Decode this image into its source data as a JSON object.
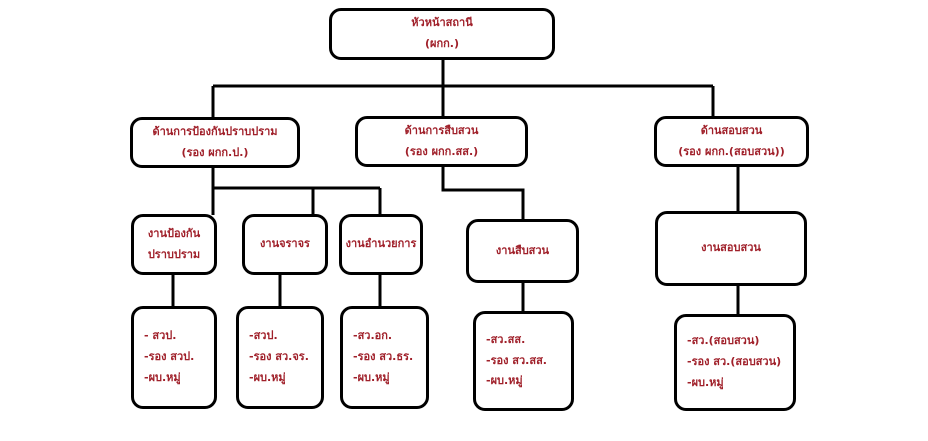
{
  "root": {
    "title": "หัวหน้าสถานี",
    "subtitle": "(ผกก.)"
  },
  "divisions": [
    {
      "title": "ด้านการป้องกันปราบปราม",
      "subtitle": "(รอง ผกก.ป.)"
    },
    {
      "title": "ด้านการสืบสวน",
      "subtitle": "(รอง ผกก.สส.)"
    },
    {
      "title": "ด้านสอบสวน",
      "subtitle": "(รอง ผกก.(สอบสวน))"
    }
  ],
  "units": [
    {
      "lines": [
        "งานป้องกัน",
        "ปราบปราม"
      ]
    },
    {
      "lines": [
        "งานจราจร"
      ]
    },
    {
      "lines": [
        "งานอำนวยการ"
      ]
    },
    {
      "lines": [
        "งานสืบสวน"
      ]
    },
    {
      "lines": [
        "งานสอบสวน"
      ]
    }
  ],
  "staff": [
    {
      "lines": [
        "- สวป.",
        "-รอง สวป.",
        "-ผบ.หมู่"
      ]
    },
    {
      "lines": [
        "-สวป.",
        "-รอง สว.จร.",
        "-ผบ.หมู่"
      ]
    },
    {
      "lines": [
        "-สว.อก.",
        "-รอง สว.ธร.",
        "-ผบ.หมู่"
      ]
    },
    {
      "lines": [
        "-สว.สส.",
        "-รอง สว.สส.",
        "-ผบ.หมู่"
      ]
    },
    {
      "lines": [
        "-สว.(สอบสวน)",
        "-รอง สว.(สอบสวน)",
        "-ผบ.หมู่"
      ]
    }
  ],
  "colors": {
    "text": "#a0202a",
    "border": "#000000",
    "background": "#ffffff"
  }
}
